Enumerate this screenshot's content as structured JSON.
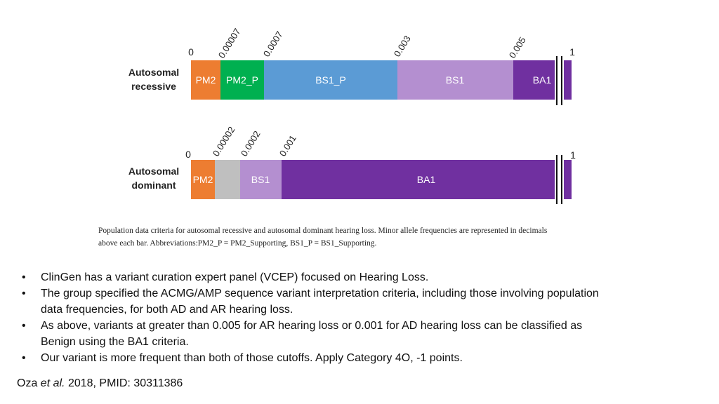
{
  "diagram": {
    "rows": [
      {
        "label_line1": "Autosomal",
        "label_line2": "recessive",
        "start_label": "0",
        "end_label": "1",
        "thresholds": [
          "0.00007",
          "0.0007",
          "0.003",
          "0.005"
        ],
        "segments": [
          {
            "label": "PM2",
            "color": "#ED7D31"
          },
          {
            "label": "PM2_P",
            "color": "#00B050"
          },
          {
            "label": "BS1_P",
            "color": "#5B9BD5"
          },
          {
            "label": "BS1",
            "color": "#B48FD0"
          },
          {
            "label": "BA1",
            "color": "#7030A0"
          }
        ]
      },
      {
        "label_line1": "Autosomal",
        "label_line2": "dominant",
        "start_label": "0",
        "end_label": "1",
        "thresholds": [
          "0.00002",
          "0.0002",
          "0.001"
        ],
        "segments": [
          {
            "label": "PM2",
            "color": "#ED7D31"
          },
          {
            "label": "",
            "color": "#BFBFBF"
          },
          {
            "label": "BS1",
            "color": "#B48FD0"
          },
          {
            "label": "BA1",
            "color": "#7030A0"
          }
        ]
      }
    ],
    "caption_line1": "Population data criteria for autosomal recessive and autosomal dominant hearing loss. Minor allele frequencies are represented in decimals",
    "caption_line2": "above each bar. Abbreviations:PM2_P = PM2_Supporting, BS1_P = BS1_Supporting."
  },
  "bullets": [
    {
      "line1": "ClinGen has a variant curation expert panel (VCEP) focused on Hearing Loss.",
      "line2": ""
    },
    {
      "line1": "The group specified the ACMG/AMP sequence variant interpretation criteria, including those involving population",
      "line2": "data frequencies, for both AD and AR hearing loss."
    },
    {
      "line1": "As above, variants at greater than 0.005 for AR hearing loss or 0.001 for AD hearing loss can be classified as",
      "line2": "Benign using the BA1 criteria."
    },
    {
      "line1": "Our variant is more frequent than both of those cutoffs.  Apply Category 4O, -1 points.",
      "line2": ""
    }
  ],
  "citation": {
    "author": "Oza",
    "etal": "et al.",
    "rest": "2018, PMID: 30311386"
  }
}
